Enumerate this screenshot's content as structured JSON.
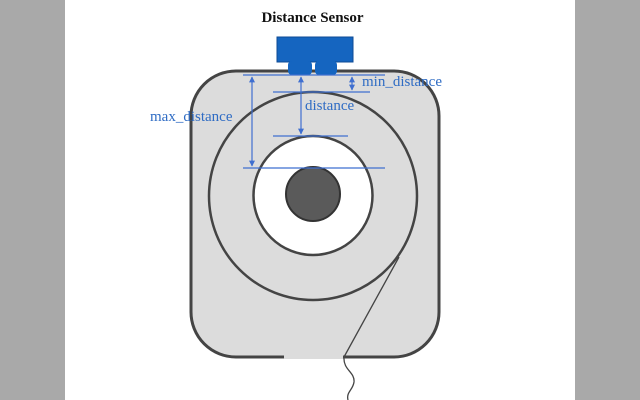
{
  "title": "Distance Sensor",
  "labels": {
    "min_distance": "min_distance",
    "distance": "distance",
    "max_distance": "max_distance"
  },
  "colors": {
    "sensor": "#1565c0",
    "annotation": "#3f6fd0",
    "body": "#dcdcdc",
    "outline": "#444444"
  }
}
